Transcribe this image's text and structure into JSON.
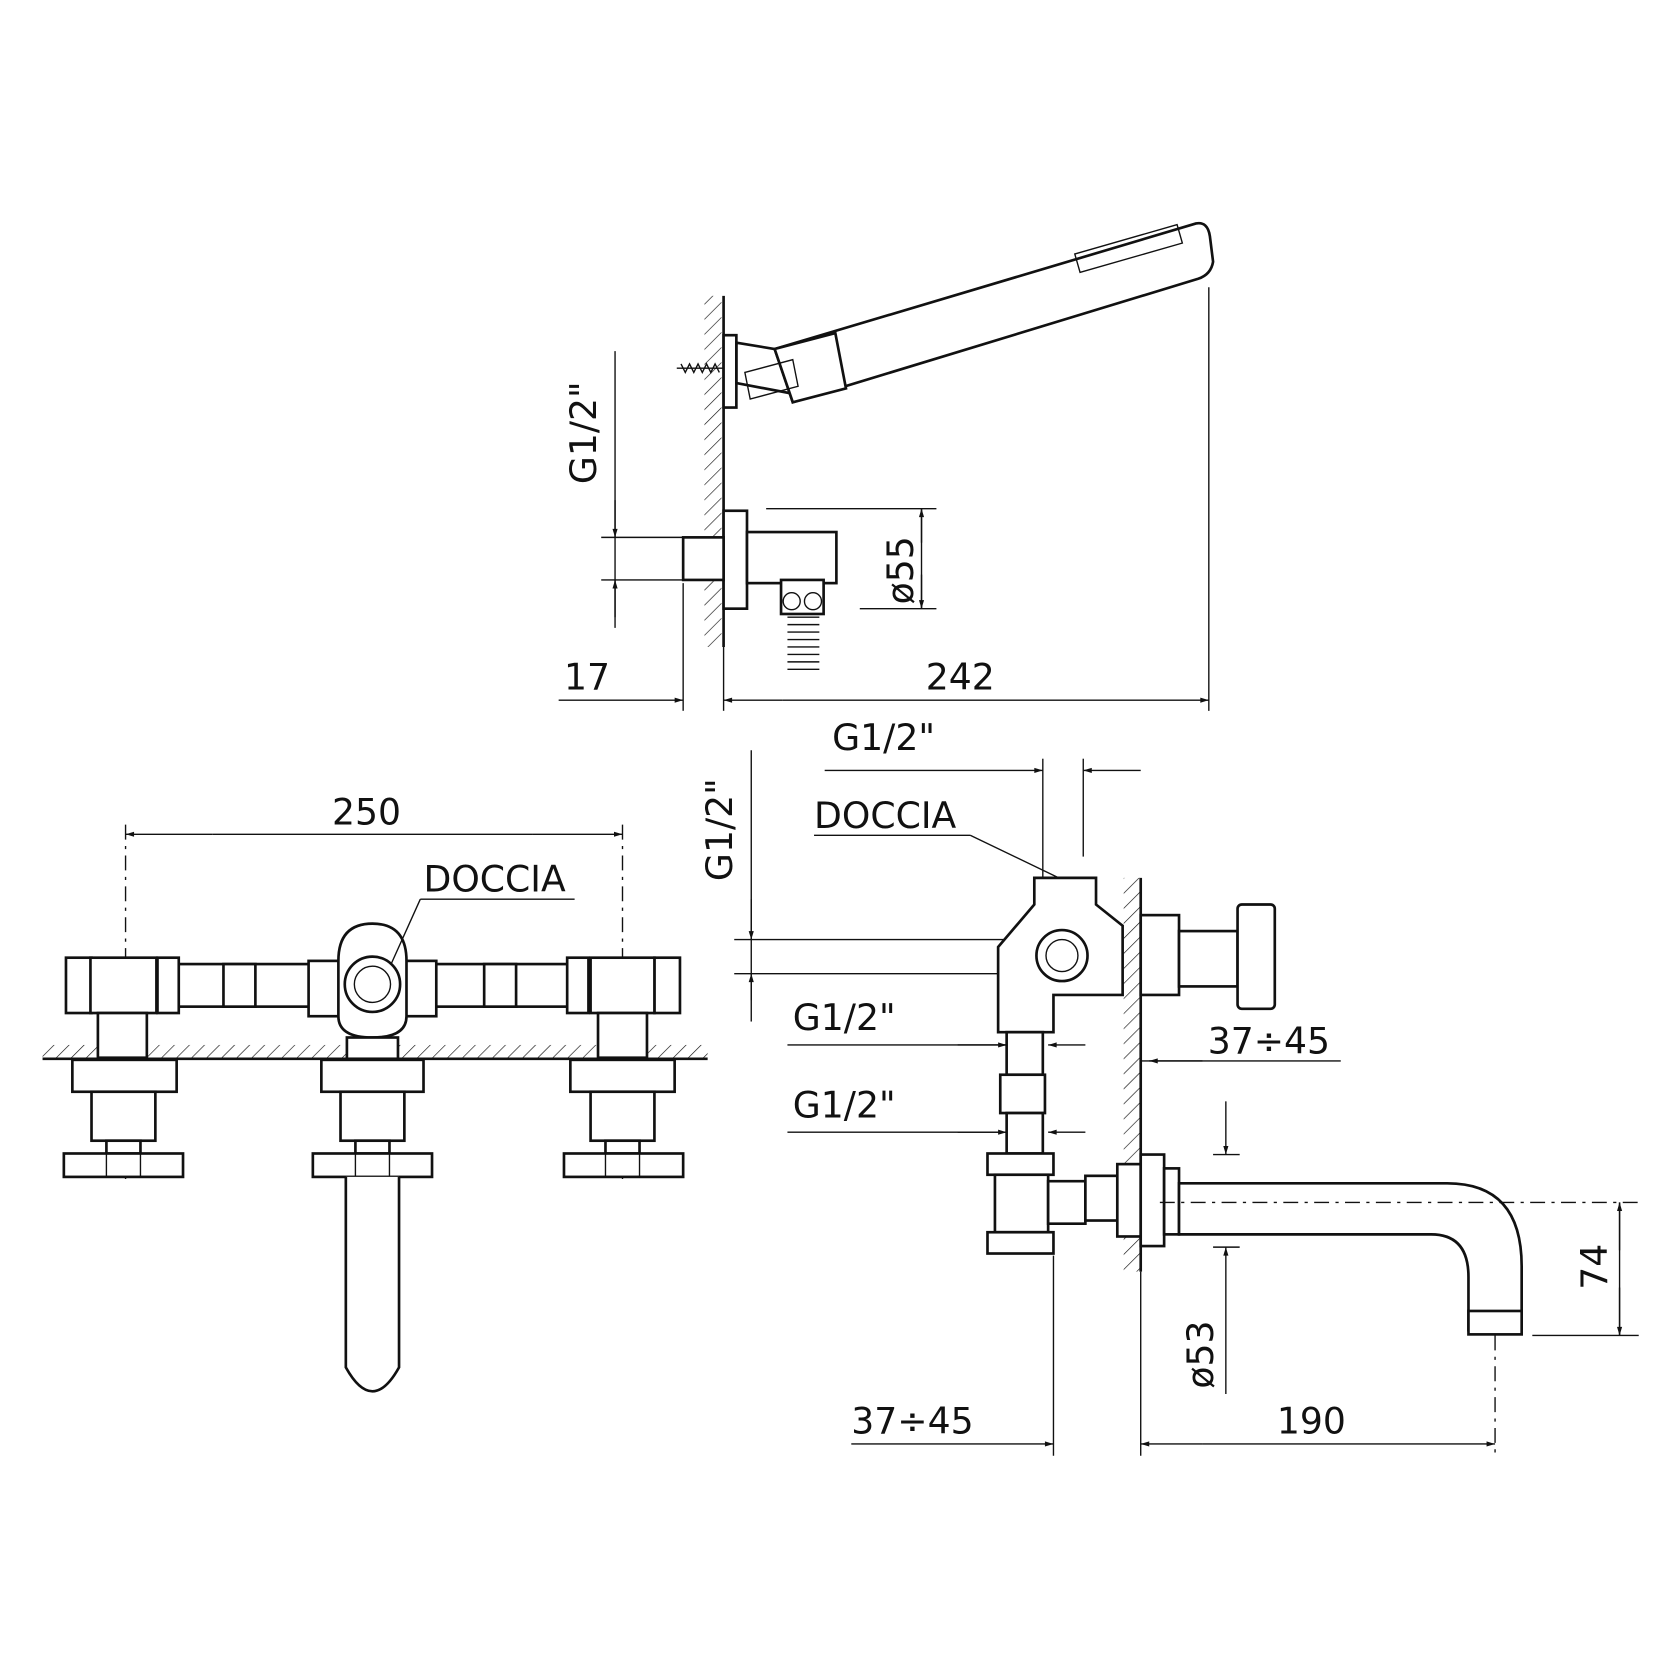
{
  "top_view": {
    "thread_label": "G1/2\"",
    "diameter_label": "ø55",
    "dim_wall_offset": "17",
    "dim_length": "242"
  },
  "side_view": {
    "thread_top_h": "G1/2\"",
    "thread_top_v": "G1/2\"",
    "doccia_label": "DOCCIA",
    "thread_mid_1": "G1/2\"",
    "thread_mid_2": "G1/2\"",
    "wall_range_upper": "37÷45",
    "wall_range_lower": "37÷45",
    "spout_height": "74",
    "rosette_diameter": "ø53",
    "spout_length": "190"
  },
  "front_view": {
    "dim_width": "250",
    "doccia_label": "DOCCIA"
  }
}
